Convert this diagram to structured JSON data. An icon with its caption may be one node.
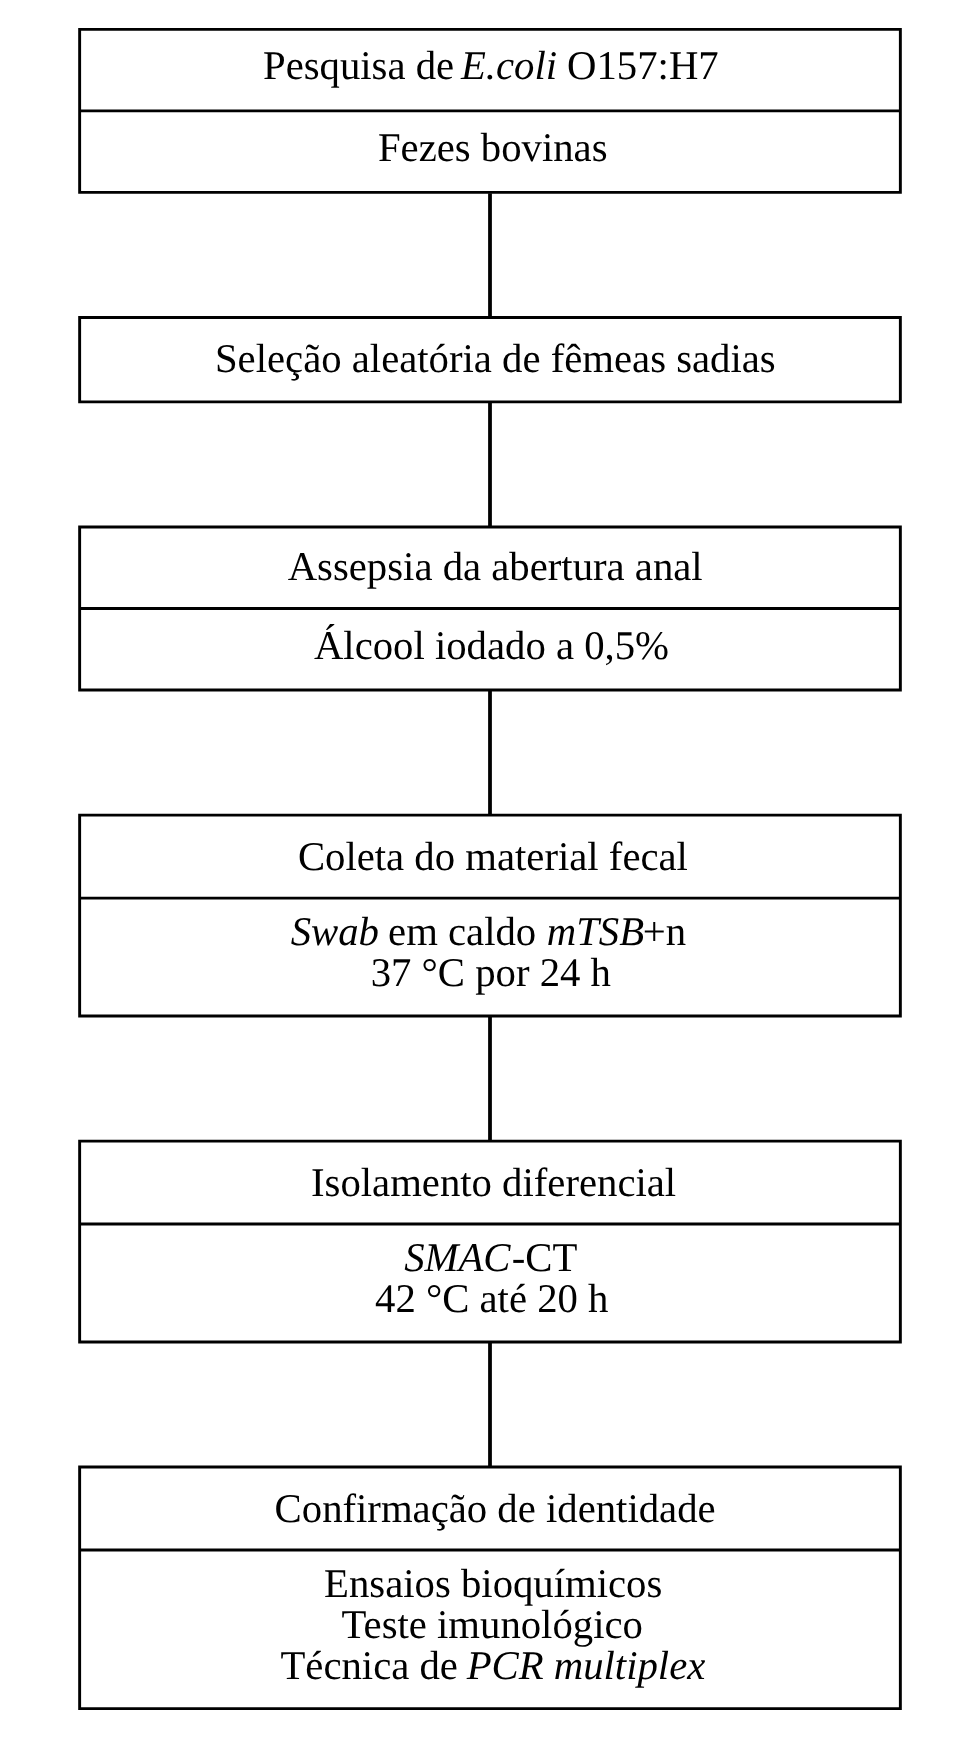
{
  "diagram": {
    "nodes": [
      {
        "text": [
          "Pesquisa de *E.coli* O157:H7",
          "Fezes bovinas"
        ]
      },
      {
        "text": [
          "Seleção aleatória de fêmeas sadias"
        ]
      },
      {
        "text": [
          "Assepsia da abertura anal",
          "Álcool iodado a 0,5%"
        ]
      },
      {
        "text": [
          "Coleta do material fecal",
          "*Swab* em caldo *mTSB*+n",
          "37 °C por 24 h"
        ]
      },
      {
        "text": [
          "Isolamento diferencial",
          "*SMAC*-CT",
          "42 °C até 20 h"
        ]
      },
      {
        "text": [
          "Confirmação de identidade",
          "Ensaios bioquímicos",
          "Teste imunológico",
          "Técnica de *PCR multiplex*"
        ]
      }
    ],
    "edges": [
      {
        "from": 0,
        "to": 1,
        "arrow": "none"
      },
      {
        "from": 1,
        "to": 2,
        "arrow": "none"
      },
      {
        "from": 2,
        "to": 3,
        "arrow": "none"
      },
      {
        "from": 3,
        "to": 4,
        "arrow": "none"
      },
      {
        "from": 4,
        "to": 5,
        "arrow": "none"
      }
    ]
  }
}
